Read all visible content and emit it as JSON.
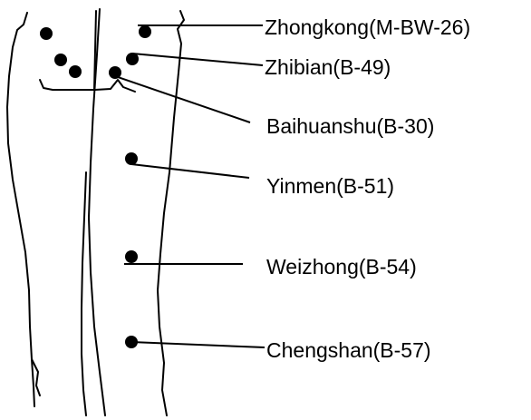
{
  "labels": [
    "Zhongkong(M-BW-26)",
    "Zhibian(B-49)",
    "Baihuanshu(B-30)",
    "Yinmen(B-51)",
    "Weizhong(B-54)",
    "Chengshan(B-57)"
  ],
  "colors": {
    "ink": "#000000",
    "paper": "#ffffff"
  }
}
